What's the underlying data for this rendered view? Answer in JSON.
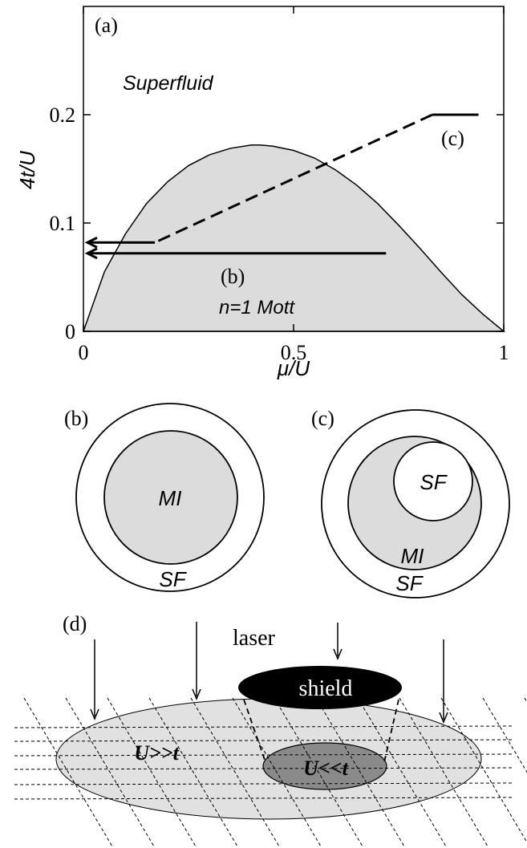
{
  "panel_a": {
    "label": "(a)",
    "region_superfluid": "Superfluid",
    "region_mott": "n=1 Mott",
    "ylabel": "4t/U",
    "xlabel": "μ/U",
    "path_b_label": "(b)",
    "path_c_label": "(c)"
  },
  "chart_data": {
    "type": "line",
    "xlabel": "μ/U",
    "ylabel": "4t/U",
    "xlim": [
      0,
      1
    ],
    "ylim": [
      0,
      0.3
    ],
    "x_ticks": [
      "0",
      "0.5",
      "1"
    ],
    "y_ticks": [
      "0",
      "0.1",
      "0.2"
    ],
    "x_tick_values": [
      0,
      0.5,
      1
    ],
    "y_tick_values": [
      0,
      0.1,
      0.2
    ],
    "boundary": {
      "x": [
        0,
        0.05,
        0.1,
        0.15,
        0.2,
        0.25,
        0.3,
        0.35,
        0.4,
        0.42,
        0.45,
        0.5,
        0.55,
        0.6,
        0.65,
        0.7,
        0.75,
        0.8,
        0.85,
        0.9,
        0.95,
        1
      ],
      "y": [
        0,
        0.055,
        0.09,
        0.118,
        0.138,
        0.153,
        0.163,
        0.169,
        0.172,
        0.172,
        0.171,
        0.167,
        0.16,
        0.149,
        0.135,
        0.118,
        0.098,
        0.077,
        0.055,
        0.034,
        0.016,
        0
      ]
    },
    "path_b": {
      "x": [
        0.72,
        0.0
      ],
      "y": [
        0.072,
        0.072
      ]
    },
    "path_c": {
      "x": [
        0.94,
        0.83,
        0.17,
        0.0
      ],
      "y": [
        0.2,
        0.2,
        0.082,
        0.082
      ]
    }
  },
  "panel_b": {
    "label": "(b)",
    "inner": "MI",
    "outer": "SF"
  },
  "panel_c": {
    "label": "(c)",
    "inner_sf": "SF",
    "middle": "MI",
    "outer": "SF"
  },
  "panel_d": {
    "label": "(d)",
    "laser": "laser",
    "shield": "shield",
    "outer_region": "U>>t",
    "inner_region": "U<<t"
  },
  "colors": {
    "fill_gray": "#dcdcdc",
    "dark_gray": "#8a8a8a",
    "ink": "#000000"
  }
}
